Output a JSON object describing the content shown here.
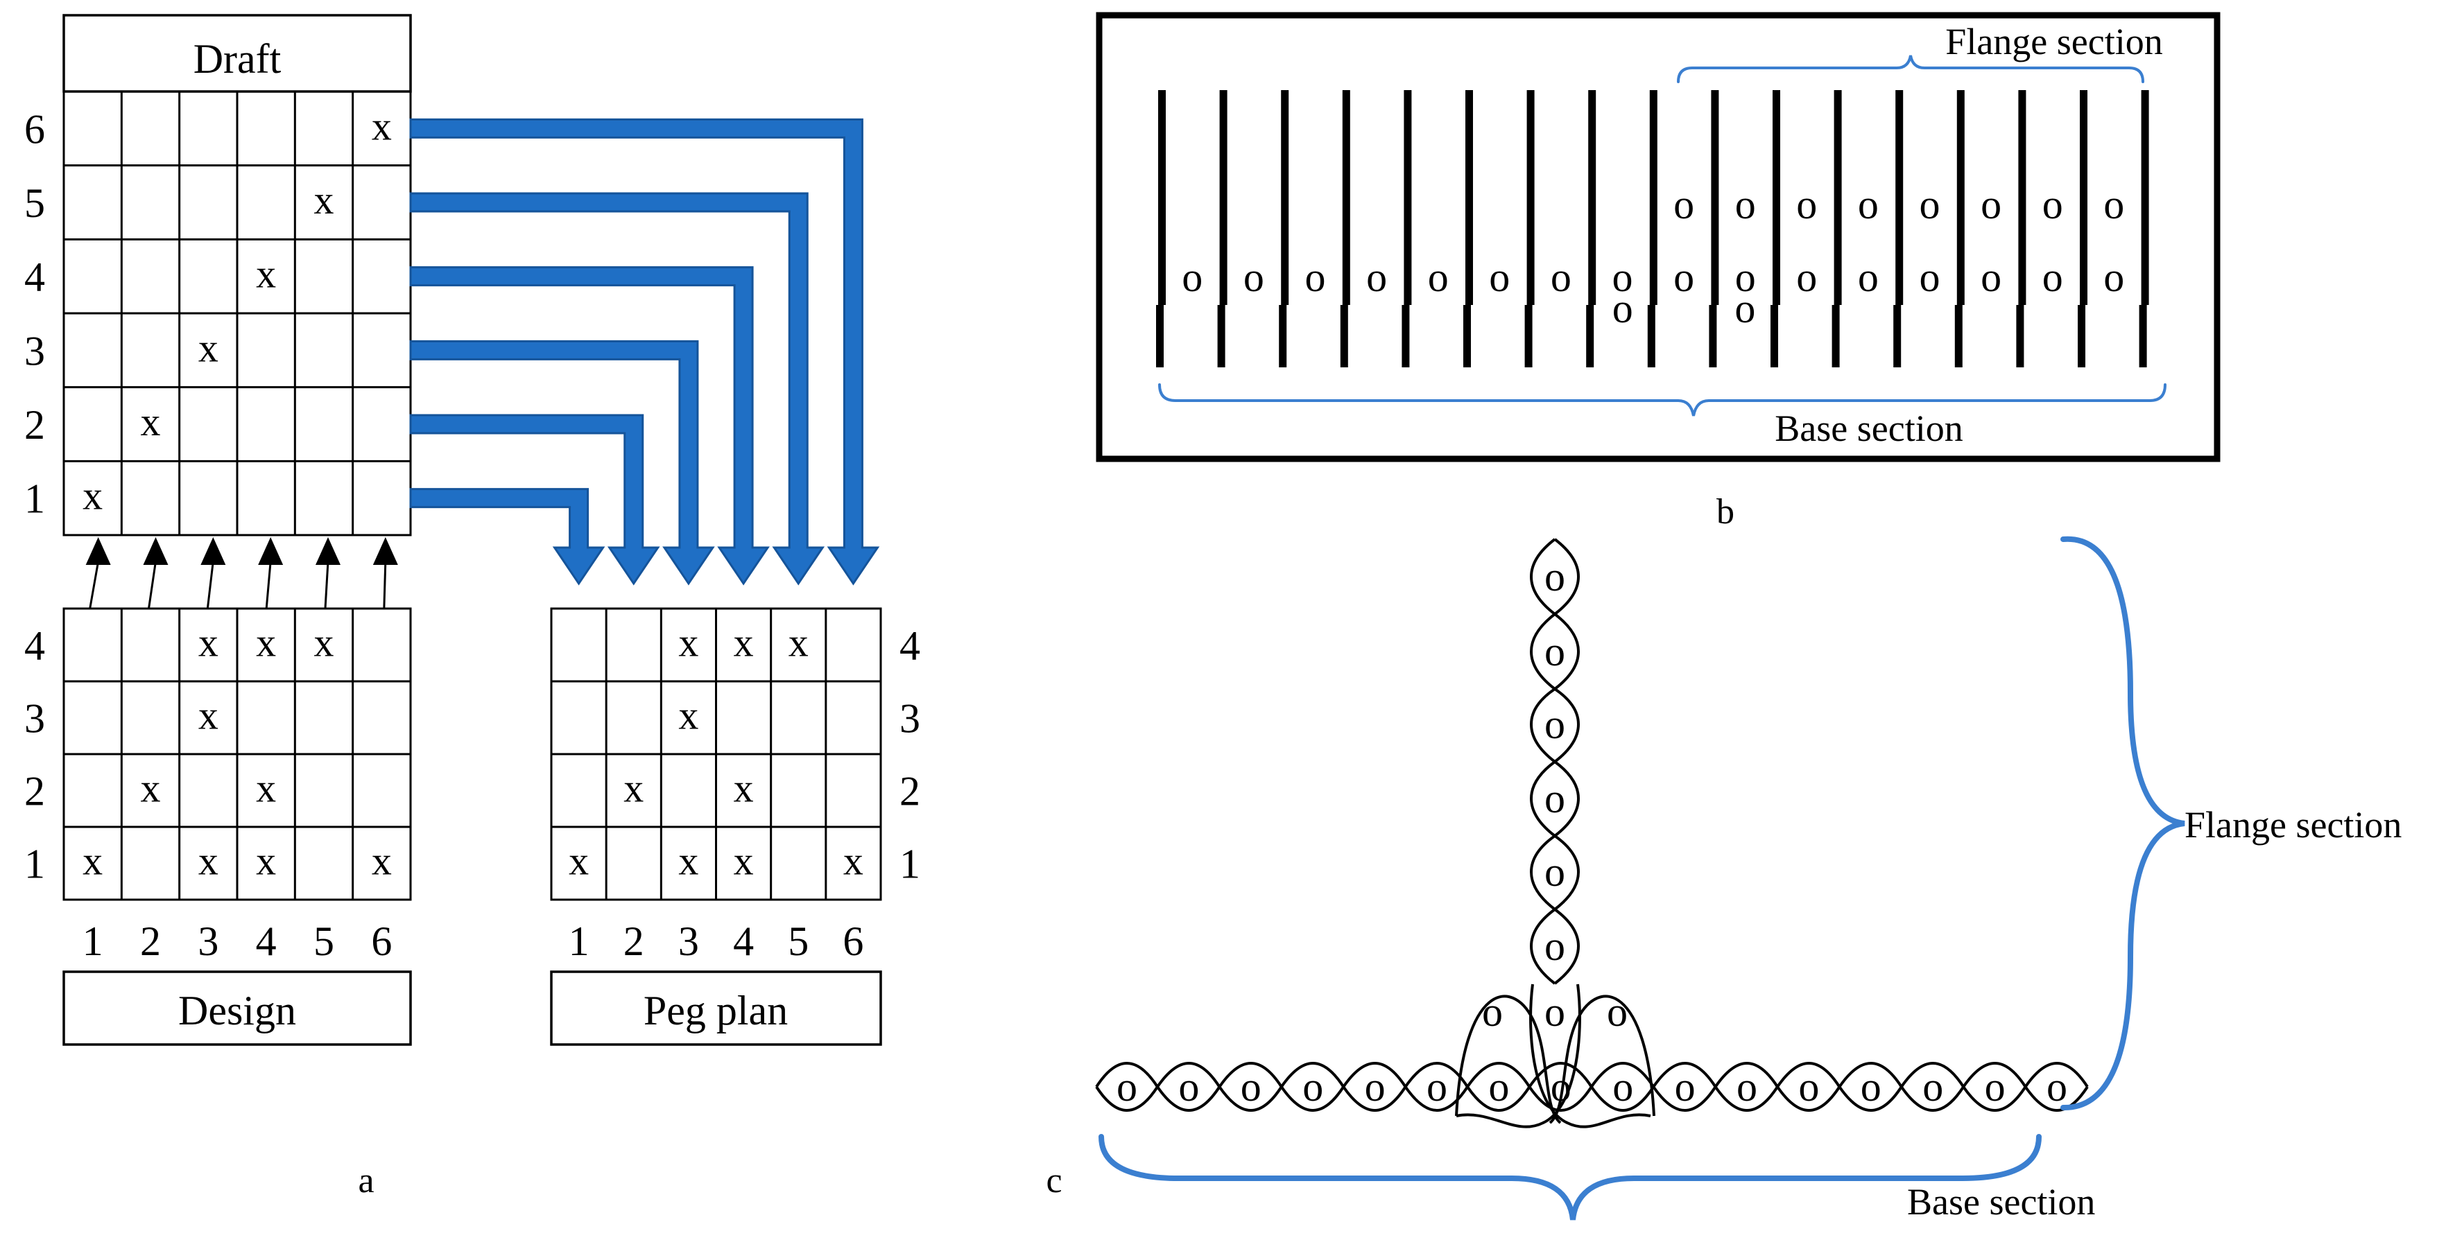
{
  "colors": {
    "arrow_blue": "#1f6fc5",
    "arrow_outline": "#15549a",
    "brace_blue": "#3b7fd0",
    "ink": "#000000"
  },
  "panel_a": {
    "draft_title": "Draft",
    "draft_row_labels": [
      "6",
      "5",
      "4",
      "3",
      "2",
      "1"
    ],
    "draft_marks": [
      {
        "shaft": "1",
        "end": "1"
      },
      {
        "shaft": "2",
        "end": "2"
      },
      {
        "shaft": "3",
        "end": "3"
      },
      {
        "shaft": "4",
        "end": "4"
      },
      {
        "shaft": "5",
        "end": "5"
      },
      {
        "shaft": "6",
        "end": "6"
      }
    ],
    "design_row_labels": [
      "4",
      "3",
      "2",
      "1"
    ],
    "design_col_labels": [
      "1",
      "2",
      "3",
      "4",
      "5",
      "6"
    ],
    "design_marks": [
      {
        "row": "4",
        "col": "3"
      },
      {
        "row": "4",
        "col": "4"
      },
      {
        "row": "4",
        "col": "5"
      },
      {
        "row": "3",
        "col": "3"
      },
      {
        "row": "2",
        "col": "2"
      },
      {
        "row": "2",
        "col": "4"
      },
      {
        "row": "1",
        "col": "1"
      },
      {
        "row": "1",
        "col": "3"
      },
      {
        "row": "1",
        "col": "4"
      },
      {
        "row": "1",
        "col": "6"
      }
    ],
    "design_label": "Design",
    "peg_row_labels": [
      "4",
      "3",
      "2",
      "1"
    ],
    "peg_col_labels": [
      "1",
      "2",
      "3",
      "4",
      "5",
      "6"
    ],
    "peg_marks": [
      {
        "row": "4",
        "col": "3"
      },
      {
        "row": "4",
        "col": "4"
      },
      {
        "row": "4",
        "col": "5"
      },
      {
        "row": "3",
        "col": "3"
      },
      {
        "row": "2",
        "col": "2"
      },
      {
        "row": "2",
        "col": "4"
      },
      {
        "row": "1",
        "col": "1"
      },
      {
        "row": "1",
        "col": "3"
      },
      {
        "row": "1",
        "col": "4"
      },
      {
        "row": "1",
        "col": "6"
      }
    ],
    "peg_label": "Peg plan",
    "mark_symbol": "x",
    "caption": "a"
  },
  "panel_b": {
    "flange_label": "Flange section",
    "base_label": "Base section",
    "caption": "b",
    "weft_symbol": "o"
  },
  "panel_c": {
    "flange_label": "Flange section",
    "base_label": "Base section",
    "caption": "c",
    "weft_symbol": "o"
  }
}
